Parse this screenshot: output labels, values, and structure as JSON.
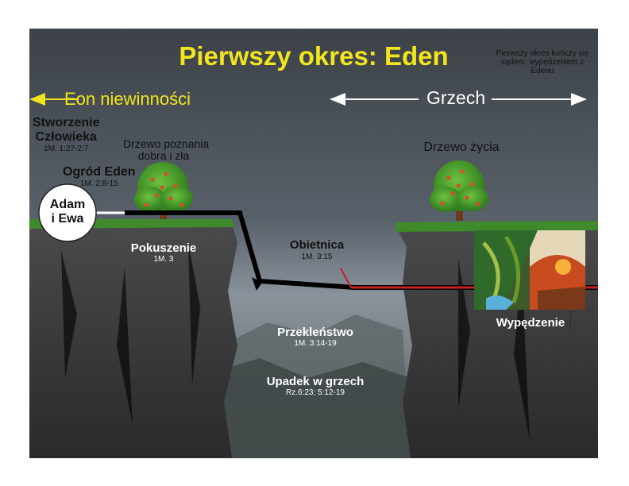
{
  "title": "Pierwszy okres: Eden",
  "note": "Pierwszy okres kończy się sądem: wypędzeniem z Edenu",
  "eon_label": "Eon niewinności",
  "grzech_label": "Grzech",
  "creation": {
    "title_line1": "Stworzenie",
    "title_line2": "Człowieka",
    "ref": "1M. 1:27-2:7"
  },
  "garden": {
    "title": "Ogród Eden",
    "ref": "1M. 2:8-15"
  },
  "tree_knowledge": {
    "line1": "Drzewo poznania",
    "line2": "dobra i zła"
  },
  "tree_life": {
    "label": "Drzewo życia"
  },
  "adam_eve": {
    "line1": "Adam",
    "line2": "i Ewa"
  },
  "temptation": {
    "title": "Pokuszenie",
    "ref": "1M. 3"
  },
  "promise": {
    "title": "Obietnica",
    "ref": "1M. 3:15"
  },
  "curse": {
    "title": "Przekleństwo",
    "ref": "1M. 3:14-19"
  },
  "fall": {
    "title": "Upadek w grzech",
    "ref": "Rz.6:23; 5:12-19"
  },
  "expulsion": {
    "title": "Wypędzenie"
  },
  "colors": {
    "title_yellow": "#f2e51e",
    "path_black": "#000000",
    "path_red": "#cc1f1f",
    "grass": "#3f8a2a"
  }
}
